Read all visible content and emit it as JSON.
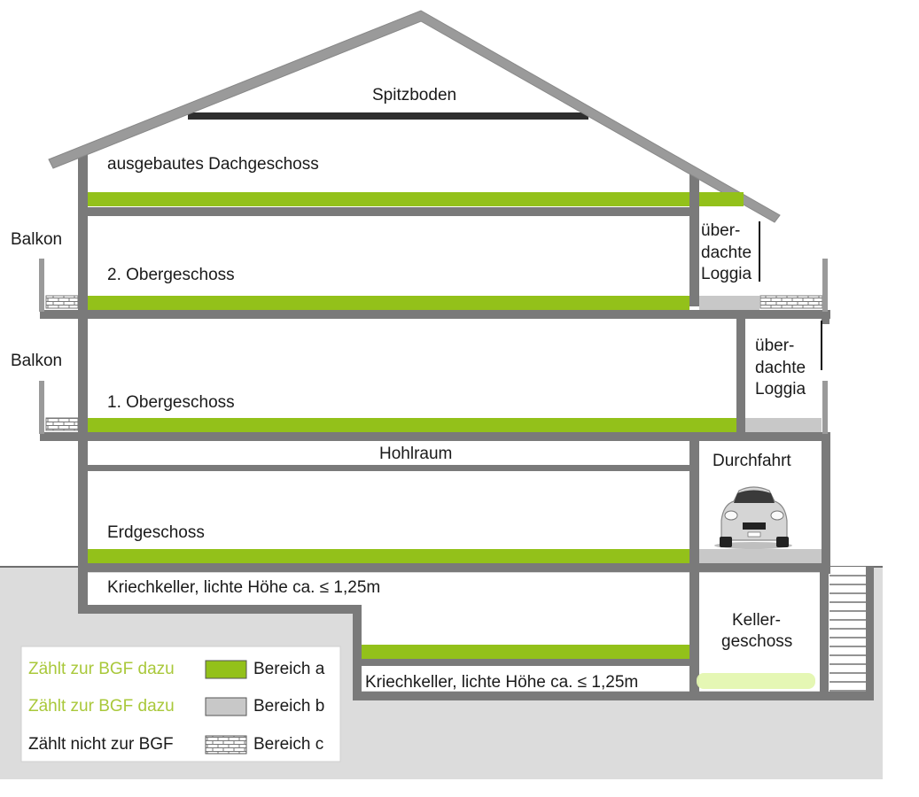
{
  "labels": {
    "spitzboden": "Spitzboden",
    "dachgeschoss": "ausgebautes Dachgeschoss",
    "og2": "2. Obergeschoss",
    "og1": "1. Obergeschoss",
    "hohlraum": "Hohlraum",
    "erdgeschoss": "Erdgeschoss",
    "kriechkeller_upper": "Kriechkeller, lichte Höhe ca. ≤ 1,25m",
    "kriechkeller_lower": "Kriechkeller, lichte Höhe ca. ≤ 1,25m",
    "durchfahrt": "Durchfahrt",
    "kellergeschoss_1": "Keller-",
    "kellergeschoss_2": "geschoss",
    "balkon_top": "Balkon",
    "balkon_mid": "Balkon",
    "loggia_top_1": "über-",
    "loggia_top_2": "dachte",
    "loggia_top_3": "Loggia",
    "loggia_mid_1": "über-",
    "loggia_mid_2": "dachte",
    "loggia_mid_3": "Loggia"
  },
  "legend": [
    {
      "text": "Zählt zur BGF dazu",
      "area": "Bereich a",
      "text_color": "#a9c83a",
      "swatch": "green"
    },
    {
      "text": "Zählt zur BGF dazu",
      "area": "Bereich b",
      "text_color": "#a9c83a",
      "swatch": "gray"
    },
    {
      "text": "Zählt nicht zur BGF",
      "area": "Bereich c",
      "text_color": "#1a1a1a",
      "swatch": "brick"
    }
  ],
  "colors": {
    "wall": "#7a7a7a",
    "roof": "#9a9a9a",
    "green": "#93c11a",
    "light_gray": "#c8c8c8",
    "ground": "#dcdcdc",
    "dark_beam": "#2e2e2e"
  },
  "icons": {
    "car": "car-icon"
  }
}
